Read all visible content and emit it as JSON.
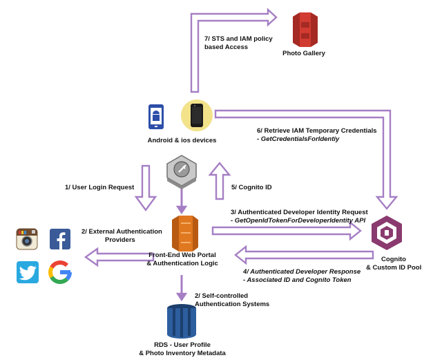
{
  "colors": {
    "arrow": "#a57ec4",
    "arrow_fill": "#ffffff",
    "s3_red": "#d23b31",
    "s3_dark": "#a52a24",
    "aws_orange": "#e07820",
    "aws_orange_dark": "#b85a12",
    "rds_blue": "#2d5e9e",
    "rds_dark": "#1d3f6e",
    "cognito_purple": "#8a3a6e",
    "phone_bg": "#f2e28a",
    "android_blue": "#2c4ea8",
    "facebook": "#3a5a98",
    "twitter": "#2aa9e0"
  },
  "nodes": {
    "photo_gallery": "Photo Gallery",
    "devices": "Android & ios devices",
    "frontend": [
      "Front-End Web Portal",
      "& Authentication Logic"
    ],
    "cognito": [
      "Cognito",
      "& Custom ID Pool"
    ],
    "rds": [
      "RDS - User Profile",
      "& Photo Inventory Metadata"
    ]
  },
  "steps": {
    "s1": "1/ User Login Request",
    "s2_ext": [
      "2/ External Authentication",
      "Providers"
    ],
    "s2_self": [
      "2/ Self-controlled",
      "Authentication Systems"
    ],
    "s3": "3/ Authenticated Developer Identity Request",
    "s3_api": "- GetOpenIdTokenForDeveloperIdentity API",
    "s4": "4/ Authenticated Developer Response",
    "s4_detail": "- Associated ID and Cognito Token",
    "s5": "5/ Cognito ID",
    "s6": "6/  Retrieve IAM Temporary Credentials",
    "s6_api": "- GetCredentialsForIdentiy",
    "s7": [
      "7/ STS and IAM policy",
      "based Access"
    ]
  },
  "icons": [
    "s3-bucket-icon",
    "android-icon",
    "iphone-icon",
    "security-hub-icon",
    "ec2-icon",
    "rds-icon",
    "cognito-icon",
    "instagram-icon",
    "facebook-icon",
    "twitter-icon",
    "google-icon"
  ]
}
